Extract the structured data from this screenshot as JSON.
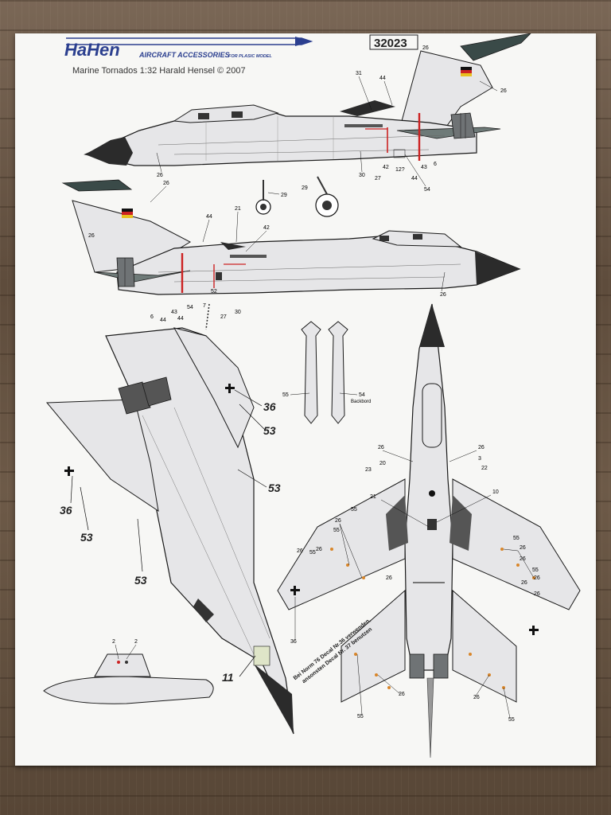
{
  "header": {
    "brand": "HaHen",
    "tagline_main": "AIRCRAFT ACCESSORIES",
    "tagline_small": "FOR PLASIC MODEL",
    "subtitle": "Marine Tornados 1:32 Harald Hensel © 2007",
    "product_number": "32023"
  },
  "side_view_top": {
    "callouts": [
      "26",
      "26",
      "31",
      "44",
      "26",
      "26",
      "30",
      "27",
      "42",
      "12?",
      "43",
      "6",
      "44",
      "54"
    ]
  },
  "side_view_bottom": {
    "callouts": [
      "26",
      "26",
      "44",
      "21",
      "42",
      "6",
      "43",
      "54",
      "44",
      "7",
      "52",
      "27",
      "30",
      "26",
      "44"
    ]
  },
  "landing_gear": {
    "callouts": [
      "29",
      "29"
    ]
  },
  "tanks": {
    "callouts": [
      "55",
      "54"
    ],
    "note": "Backbord"
  },
  "underside_view": {
    "callouts": [
      "36",
      "53",
      "36",
      "53",
      "53",
      "53",
      "11"
    ]
  },
  "top_view": {
    "callouts": [
      "26",
      "26",
      "20",
      "3",
      "23",
      "22",
      "21",
      "10",
      "26",
      "55",
      "26",
      "55",
      "26",
      "55",
      "26",
      "26",
      "26",
      "55",
      "26",
      "26",
      "55",
      "36",
      "26",
      "26",
      "55",
      "55",
      "26"
    ],
    "note_line1": "Bei Norm 76 Decal Nr.36 verwenden,",
    "note_line2": "ansonsten Decal Nr. 37 benutzen"
  },
  "fuel_tank_view": {
    "callouts": [
      "2",
      "2"
    ]
  },
  "colors": {
    "paper": "#f7f7f5",
    "aircraft_fill": "#e6e6e8",
    "outline": "#1a1a1a",
    "radome": "#2b2b2b",
    "brand_blue": "#2b3f8f",
    "wing_gray": "#3a4a48",
    "red_mark": "#cc2222"
  }
}
